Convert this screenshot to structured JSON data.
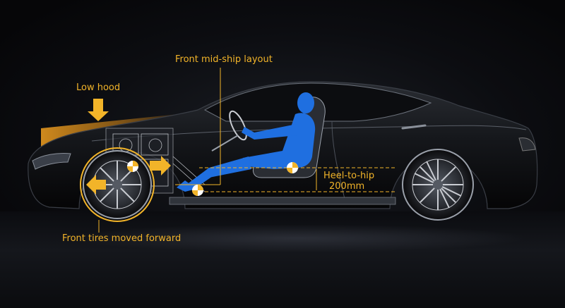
{
  "annotations": {
    "low_hood": "Low hood",
    "front_midship": "Front mid-ship layout",
    "front_tires": "Front tires moved forward",
    "heel_to_hip": "Heel-to-hip",
    "heel_to_hip_value": "200mm"
  },
  "colors": {
    "accent": "#f2b429",
    "driver": "#1f6fe0",
    "background": "#07080b"
  }
}
